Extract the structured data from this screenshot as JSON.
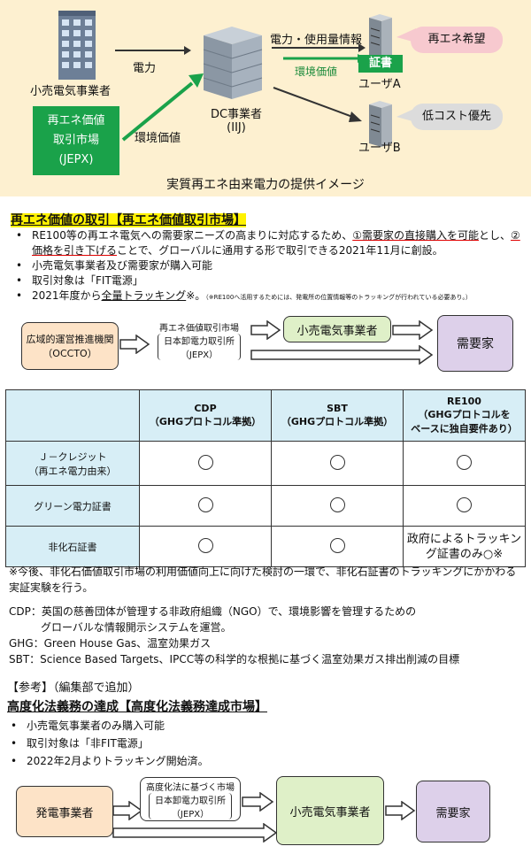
{
  "top": {
    "retailer": "小売電気事業者",
    "power": "電力",
    "market_lines": [
      "再エネ価値",
      "取引市場",
      "(JEPX)"
    ],
    "env_value_left": "環境価値",
    "dc_lines": [
      "DC事業者",
      "(IIJ)"
    ],
    "power_usage": "電力・使用量情報",
    "env_value_right": "環境価値",
    "certificate": "証書",
    "user_a": "ユーザA",
    "user_b": "ユーザB",
    "bubble_a": "再エネ希望",
    "bubble_b": "低コスト優先",
    "caption": "実質再エネ由来電力の提供イメージ"
  },
  "section1": {
    "heading": "再エネ価値の取引【再エネ価値取引市場】",
    "bullet1_a": "RE100等の再エネ電気への需要家ニーズの高まりに対応するため、",
    "bullet1_b": "①需要家の直接購入を可能",
    "bullet1_c": "とし、",
    "bullet1_d": "②",
    "bullet1_e": "価格を引き下げる",
    "bullet1_f": "ことで、グローバルに通用する形で取引できる2021年11月に創設。",
    "bullet2": "小売電気事業者及び需要家が購入可能",
    "bullet3": "取引対象は「FIT電源」",
    "bullet4_a": "2021年度から",
    "bullet4_b": "全量トラッキング",
    "bullet4_c": "※。",
    "bullet4_note": "（※RE100へ活用するためには、発電所の位置情報等のトラッキングが行われている必要あり。）"
  },
  "flow1": {
    "occto": [
      "広域的運営推進機関",
      "（OCCTO）"
    ],
    "market": [
      "再エネ価値取引市場",
      "日本卸電力取引所",
      "（JEPX）"
    ],
    "retailer": "小売電気事業者",
    "consumer": "需要家"
  },
  "table": {
    "headers": [
      [
        "CDP",
        "（GHGプロトコル準拠）"
      ],
      [
        "SBT",
        "（GHGプロトコル準拠）"
      ],
      [
        "RE100",
        "（GHGプロトコルを",
        "ベースに独自要件あり）"
      ]
    ],
    "rows": [
      {
        "label": [
          "Ｊ－クレジット",
          "（再エネ電力由来）"
        ],
        "cells": [
          "○",
          "○",
          "○"
        ]
      },
      {
        "label": [
          "グリーン電力証書"
        ],
        "cells": [
          "○",
          "○",
          "○"
        ]
      },
      {
        "label": [
          "非化石証書"
        ],
        "cells": [
          "○",
          "○",
          "政府によるトラッキング証書のみ○※"
        ]
      }
    ]
  },
  "notes": {
    "n1": "※今後、非化石価値取引市場の利用価値向上に向けた検討の一環で、非化石証書のトラッキングにかかわる実証実験を行う。",
    "cdp_a": "CDP：英国の慈善団体が管理する非政府組織（NGO）で、環境影響を管理するための",
    "cdp_b": "グローバルな情報開示システムを運営。",
    "ghg": "GHG：Green House Gas、温室効果ガス",
    "sbt": "SBT：Science Based Targets、IPCC等の科学的な根拠に基づく温室効果ガス排出削減の目標"
  },
  "section2": {
    "ref": "【参考】（編集部で追加）",
    "heading": "高度化法義務の達成【高度化法義務達成市場】",
    "bullet1": "小売電気事業者のみ購入可能",
    "bullet2": "取引対象は「非FIT電源」",
    "bullet3": "2022年2月よりトラッキング開始済。"
  },
  "flow2": {
    "generator": "発電事業者",
    "market": [
      "高度化法に基づく市場",
      "日本卸電力取引所",
      "（JEPX）"
    ],
    "retailer": "小売電気事業者",
    "consumer": "需要家"
  },
  "colors": {
    "panel_bg": "#fdf0d0",
    "green": "#1aa24a",
    "pink": "#f7c9cf",
    "gray": "#dcdcdc",
    "orange_box": "#fde3c7",
    "green_box": "#dff0c8",
    "purple_box": "#ddd0ea",
    "table_header": "#d7eef6"
  }
}
